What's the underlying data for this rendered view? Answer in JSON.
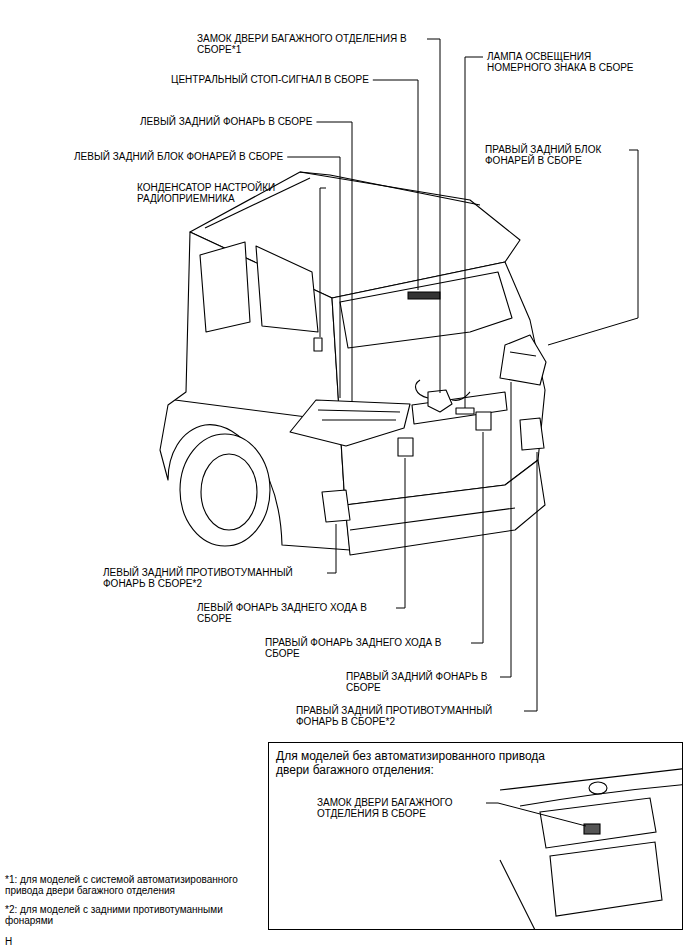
{
  "diagram": {
    "nodes": [
      {
        "text": [
          "Для моделей без автоматизированного привода двери багажного отделения:",
          "ЗАМОК ДВЕРИ БАГАЖНОГО ОТДЕЛЕНИЯ В СБОРЕ"
        ]
      }
    ],
    "labels": [
      "ЗАМОК ДВЕРИ БАГАЖНОГО ОТДЕЛЕНИЯ В СБОРЕ*1",
      "ЛАМПА ОСВЕЩЕНИЯ НОМЕРНОГО ЗНАКА В СБОРЕ",
      "ЦЕНТРАЛЬНЫЙ СТОП-СИГНАЛ В СБОРЕ",
      "ЛЕВЫЙ ЗАДНИЙ ФОНАРЬ В СБОРЕ",
      "ПРАВЫЙ ЗАДНИЙ БЛОК ФОНАРЕЙ В СБОРЕ",
      "ЛЕВЫЙ ЗАДНИЙ БЛОК ФОНАРЕЙ В СБОРЕ",
      "КОНДЕНСАТОР НАСТРОЙКИ РАДИОПРИЕМНИКА",
      "ЛЕВЫЙ ЗАДНИЙ ПРОТИВОТУМАННЫЙ ФОНАРЬ В СБОРЕ*2",
      "ЛЕВЫЙ ФОНАРЬ ЗАДНЕГО ХОДА В СБОРЕ",
      "ПРАВЫЙ ФОНАРЬ ЗАДНЕГО ХОДА В СБОРЕ",
      "ПРАВЫЙ ЗАДНИЙ ФОНАРЬ В СБОРЕ",
      "ПРАВЫЙ ЗАДНИЙ ПРОТИВОТУМАННЫЙ ФОНАРЬ В СБОРЕ*2",
      "*1: для моделей с системой автоматизированного привода двери багажного отделения",
      "*2: для моделей с задними противотуманными фонарями",
      "H"
    ]
  }
}
